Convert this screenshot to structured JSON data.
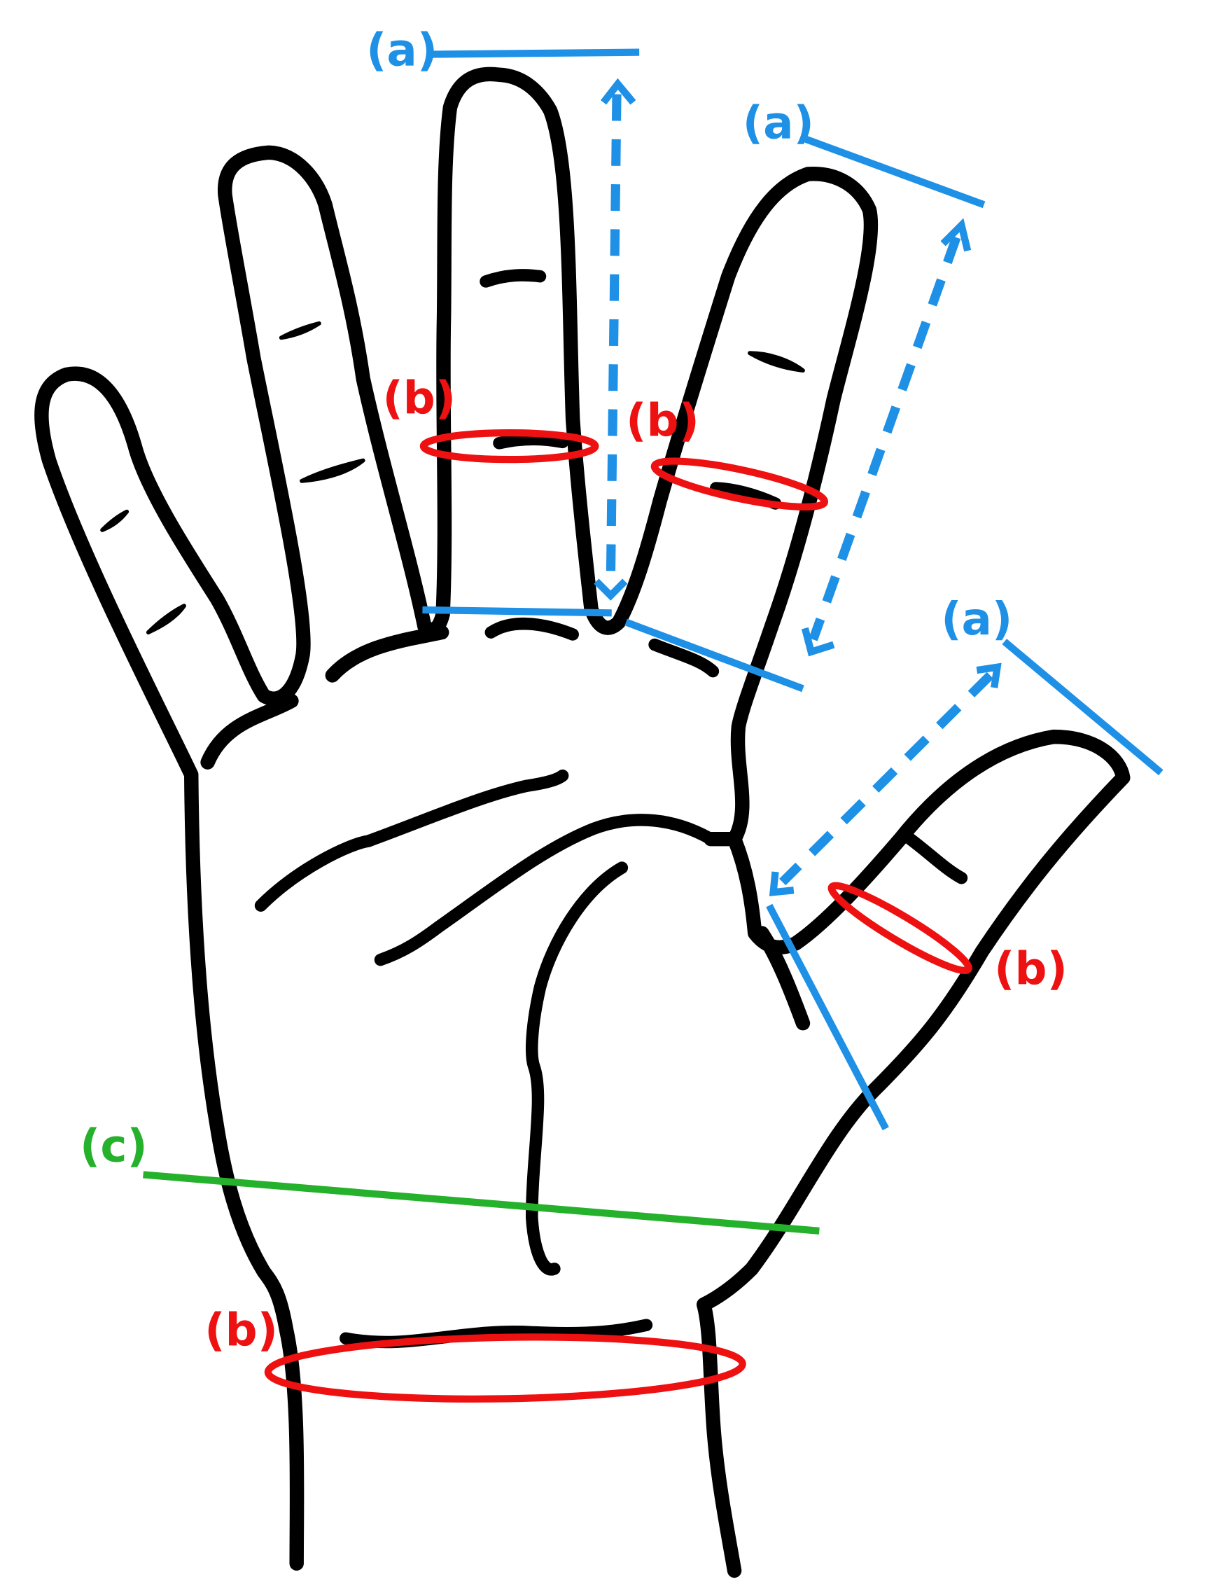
{
  "colors": {
    "length": "#1e90e6",
    "circumference": "#ee1111",
    "width": "#25b12b",
    "outline": "#000000"
  },
  "labels": {
    "length": "(a)",
    "circumference": "(b)",
    "width": "(c)"
  }
}
